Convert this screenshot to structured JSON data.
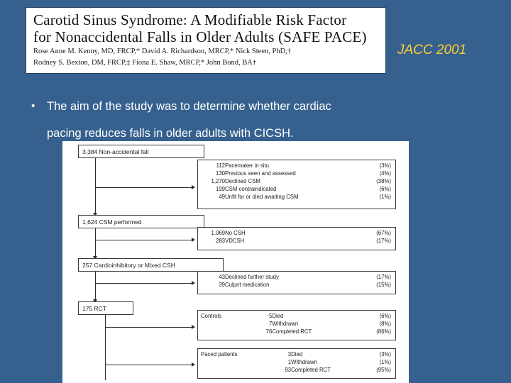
{
  "slide": {
    "background_color": "#36618f"
  },
  "paper": {
    "title_line1": "Carotid Sinus Syndrome: A Modifiable Risk Factor",
    "title_line2": "for Nonaccidental Falls in Older Adults (SAFE PACE)",
    "authors_line1": "Rose Anne M. Kenny, MD, FRCP,* David A. Richardson, MRCP,* Nick Steen, PhD,†",
    "authors_line2": "Rodney S. Bexton, DM, FRCP,‡ Fiona E. Shaw, MRCP,* John Bond, BA†"
  },
  "citation": {
    "label": "JACC 2001",
    "color": "#ffcc33"
  },
  "bullet": {
    "marker": "•",
    "line1": "The aim of the study was to determine whether cardiac",
    "line2": "pacing reduces falls in older adults with CICSH."
  },
  "chart_data": {
    "type": "diagram",
    "title": "SAFE PACE patient flow diagram",
    "nodes": [
      {
        "id": "node-1",
        "label": "3,384 Non-accidental fall"
      },
      {
        "id": "node-2",
        "label": "1,624 CSM performed"
      },
      {
        "id": "node-3",
        "label": "257 Cardioinhibitory or Mixed CSH"
      },
      {
        "id": "node-4",
        "label": "175 RCT"
      }
    ],
    "exclusion_tables": [
      {
        "id": "table-1",
        "rows": [
          {
            "n": "112",
            "label": "Pacemaker in situ",
            "pct": "(3%)"
          },
          {
            "n": "130",
            "label": "Previous seen and assessed",
            "pct": "(4%)"
          },
          {
            "n": "1,270",
            "label": "Declined CSM",
            "pct": "(38%)"
          },
          {
            "n": "199",
            "label": "CSM contraindicated",
            "pct": "(6%)"
          },
          {
            "n": "49",
            "label": "Unfit for or died awaiting CSM",
            "pct": "(1%)"
          }
        ]
      },
      {
        "id": "table-2",
        "rows": [
          {
            "n": "1,069",
            "label": "No CSH",
            "pct": "(67%)"
          },
          {
            "n": "283",
            "label": "VDCSH",
            "pct": "(17%)"
          }
        ]
      },
      {
        "id": "table-3",
        "rows": [
          {
            "n": "43",
            "label": "Declined further study",
            "pct": "(17%)"
          },
          {
            "n": "39",
            "label": "Culprit medication",
            "pct": "(15%)"
          }
        ]
      },
      {
        "id": "table-4",
        "group": "Controls",
        "rows": [
          {
            "n": "5",
            "label": "Died",
            "pct": "(6%)"
          },
          {
            "n": "7",
            "label": "Withdrawn",
            "pct": "(8%)"
          },
          {
            "n": "76",
            "label": "Completed RCT",
            "pct": "(86%)"
          }
        ]
      },
      {
        "id": "table-5",
        "group": "Paced patients",
        "rows": [
          {
            "n": "3",
            "label": "Died",
            "pct": "(3%)"
          },
          {
            "n": "1",
            "label": "Withdrawn",
            "pct": "(1%)"
          },
          {
            "n": "93",
            "label": "Completed RCT",
            "pct": "(95%)"
          }
        ]
      }
    ]
  }
}
